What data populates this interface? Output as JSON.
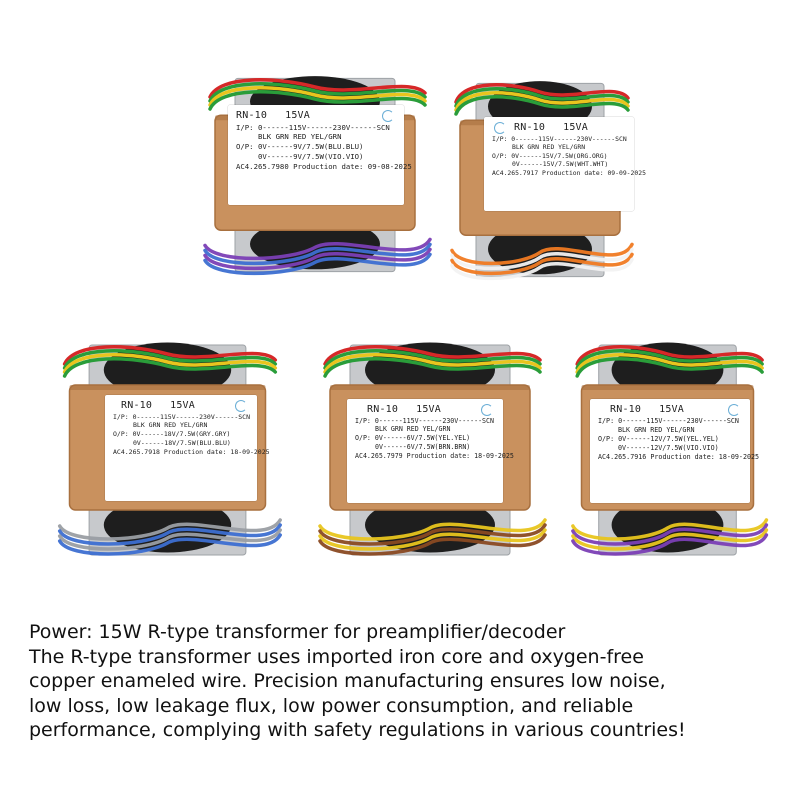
{
  "products": [
    {
      "model": "RN-10",
      "rating": "15VA",
      "input_label": "I/P:",
      "input_taps": "0------115V------230V------SCN",
      "input_colors": "BLK      GRN         RED   YEL/GRN",
      "output_label": "O/P:",
      "output_1": "0V------9V/7.5W(BLU.BLU)",
      "output_2": "0V------9V/7.5W(VIO.VIO)",
      "serial": "AC4.265.7980",
      "production": "Production date: 09-08-2025",
      "wire_color_top": "#7b3fb5",
      "wire_color_bottom": "#3d6fd1"
    },
    {
      "model": "RN-10",
      "rating": "15VA",
      "input_label": "I/P:",
      "input_taps": "0------115V------230V------SCN",
      "input_colors": "BLK      GRN         RED   YEL/GRN",
      "output_label": "O/P:",
      "output_1": "0V------15V/7.5W(ORG.ORG)",
      "output_2": "0V------15V/7.5W(WHT.WHT)",
      "serial": "AC4.265.7917",
      "production": "Production date: 09-09-2025",
      "wire_color_top": "#f07a22",
      "wire_color_bottom": "#f2f2f2"
    },
    {
      "model": "RN-10",
      "rating": "15VA",
      "input_label": "I/P:",
      "input_taps": "0------115V------230V------SCN",
      "input_colors": "BLK      GRN         RED   YEL/GRN",
      "output_label": "O/P:",
      "output_1": "0V------18V/7.5W(GRY.GRY)",
      "output_2": "0V------18V/7.5W(BLU.BLU)",
      "serial": "AC4.265.7918",
      "production": "Production date: 18-09-2025",
      "wire_color_top": "#9a9ea3",
      "wire_color_bottom": "#3d6fd1"
    },
    {
      "model": "RN-10",
      "rating": "15VA",
      "input_label": "I/P:",
      "input_taps": "0------115V------230V------SCN",
      "input_colors": "BLK      GRN         RED   YEL/GRN",
      "output_label": "O/P:",
      "output_1": "0V------6V/7.5W(YEL.YEL)",
      "output_2": "0V------6V/7.5W(BRN.BRN)",
      "serial": "AC4.265.7979",
      "production": "Production date: 18-09-2025",
      "wire_color_top": "#e8c51e",
      "wire_color_bottom": "#8a4a22"
    },
    {
      "model": "RN-10",
      "rating": "15VA",
      "input_label": "I/P:",
      "input_taps": "0------115V------230V------SCN",
      "input_colors": "BLK      GRN         RED   YEL/GRN",
      "output_label": "O/P:",
      "output_1": "0V------12V/7.5W(YEL.YEL)",
      "output_2": "0V------12V/7.5W(VIO.VIO)",
      "serial": "AC4.265.7916",
      "production": "Production date: 18-09-2025",
      "wire_color_top": "#e8c51e",
      "wire_color_bottom": "#7b3fb5"
    }
  ],
  "colors": {
    "kraft_paper": "#c9915e",
    "kraft_edge": "#a8703f",
    "core_black": "#1e1e1e",
    "bracket_steel": "#c7c9cc",
    "primary_wires": [
      "#d62828",
      "#2a9d3a",
      "#e8c51e",
      "#2a9d3a"
    ]
  },
  "description": {
    "line1": "Power: 15W R-type transformer for preamplifier/decoder",
    "line2": "The R-type transformer uses imported iron core and oxygen-free",
    "line3": "copper enameled wire. Precision manufacturing ensures low noise,",
    "line4": "low loss, low leakage flux, low power consumption, and reliable",
    "line5": "performance, complying with safety regulations in various countries!"
  }
}
